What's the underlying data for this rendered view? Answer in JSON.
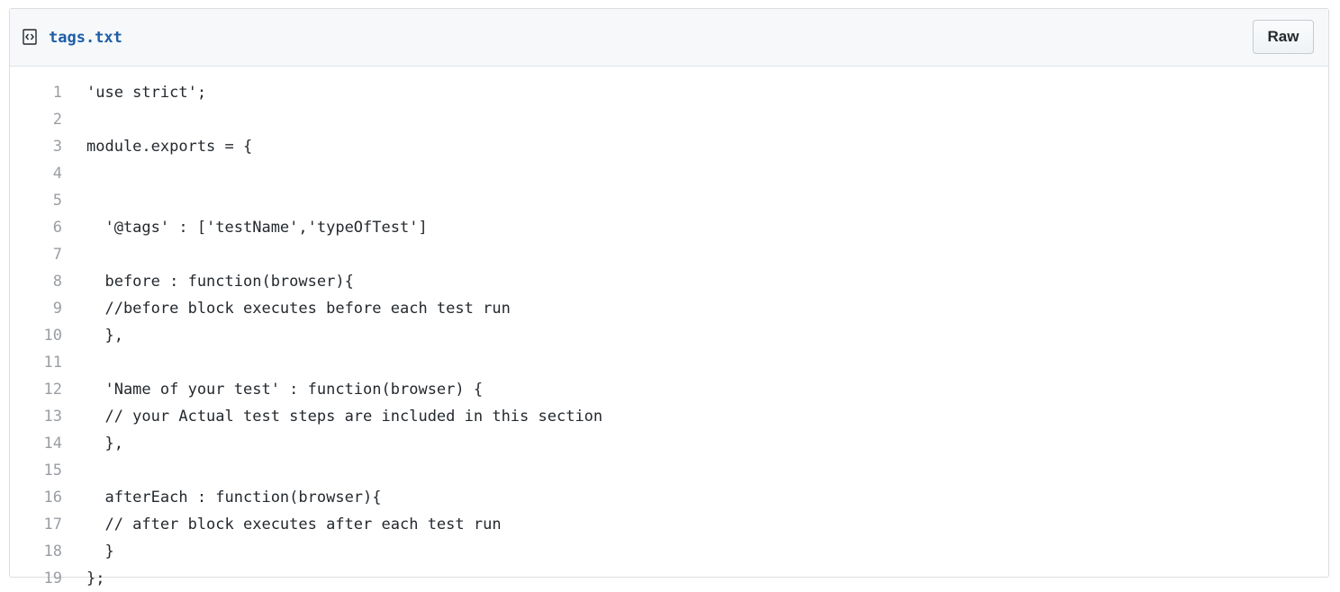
{
  "file": {
    "name": "tags.txt",
    "icon": "code-file-icon",
    "raw_label": "Raw"
  },
  "code": {
    "lines": [
      {
        "num": "1",
        "text": "'use strict';"
      },
      {
        "num": "2",
        "text": ""
      },
      {
        "num": "3",
        "text": "module.exports = {"
      },
      {
        "num": "4",
        "text": ""
      },
      {
        "num": "5",
        "text": ""
      },
      {
        "num": "6",
        "text": "  '@tags' : ['testName','typeOfTest']"
      },
      {
        "num": "7",
        "text": ""
      },
      {
        "num": "8",
        "text": "  before : function(browser){"
      },
      {
        "num": "9",
        "text": "  //before block executes before each test run"
      },
      {
        "num": "10",
        "text": "  },"
      },
      {
        "num": "11",
        "text": ""
      },
      {
        "num": "12",
        "text": "  'Name of your test' : function(browser) {"
      },
      {
        "num": "13",
        "text": "  // your Actual test steps are included in this section"
      },
      {
        "num": "14",
        "text": "  },"
      },
      {
        "num": "15",
        "text": ""
      },
      {
        "num": "16",
        "text": "  afterEach : function(browser){"
      },
      {
        "num": "17",
        "text": "  // after block executes after each test run"
      },
      {
        "num": "18",
        "text": "  }"
      },
      {
        "num": "19",
        "text": "};"
      }
    ]
  }
}
